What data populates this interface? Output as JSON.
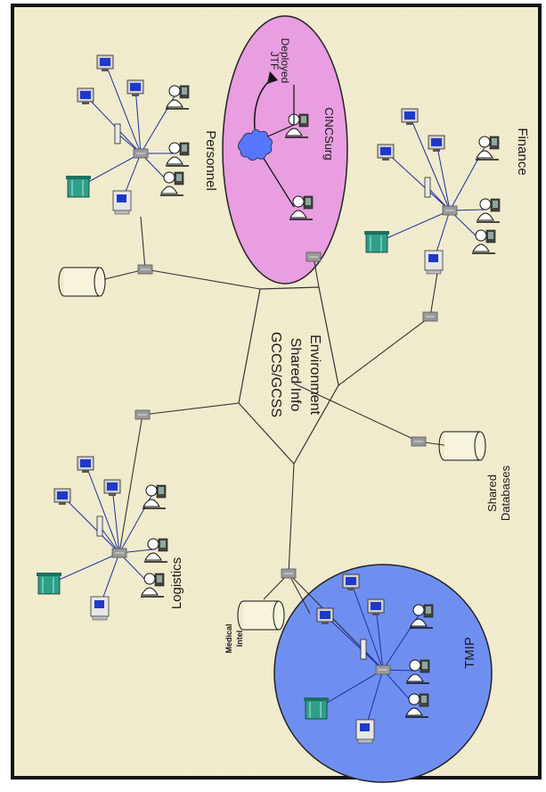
{
  "diagram": {
    "center": {
      "line1": "GCCS/GCSS",
      "line2": "Shared Info",
      "line3": "Environment"
    },
    "labels": {
      "personnel": "Personnel",
      "finance": "Finance",
      "logistics": "Logistics",
      "shared_databases_line1": "Shared",
      "shared_databases_line2": "Databases",
      "medical_intel_line1": "Medical",
      "medical_intel_line2": "Intel",
      "tmip": "TMIP",
      "cincsurg": "CINCSurg",
      "deployed_line1": "Deployed",
      "deployed_line2": "JTF"
    },
    "colors": {
      "background": "#f1ecce",
      "border": "#111111",
      "cinc_ellipse": "#e89ee0",
      "tmip_circle": "#6f8ff0",
      "cloud": "#5577ff",
      "monitor": "#1f38c8",
      "server": "#2f9f86",
      "network_line": "#1e2ea0",
      "wan_line": "#333333"
    }
  }
}
